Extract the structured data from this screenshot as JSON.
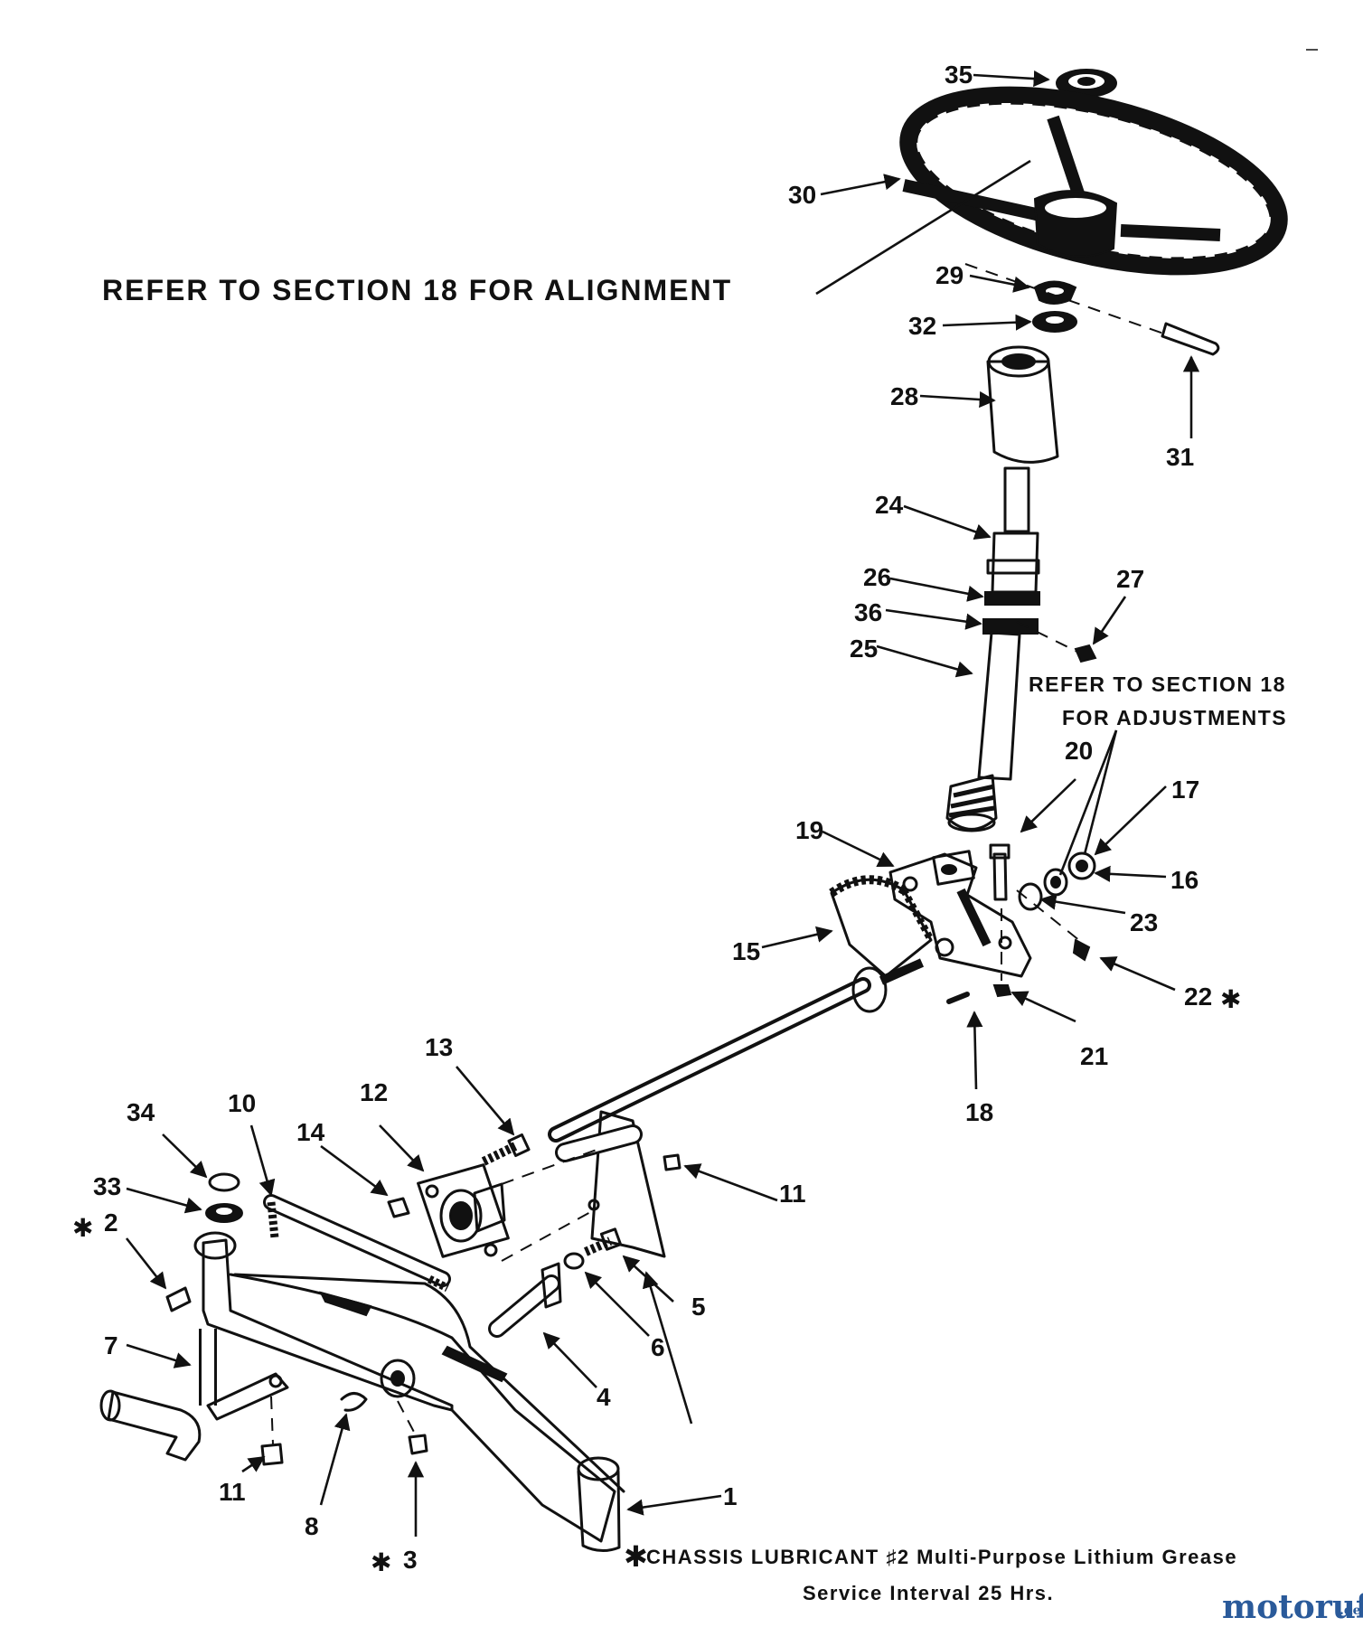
{
  "notes": {
    "alignment": "REFER TO SECTION 18 FOR ALIGNMENT",
    "adjustments_line1": "REFER TO SECTION 18",
    "adjustments_line2": "FOR ADJUSTMENTS",
    "lubricant": "CHASSIS LUBRICANT ♯2 Multi-Purpose Lithium Grease",
    "service": "Service Interval 25 Hrs.",
    "asterisk": "✱"
  },
  "watermark": {
    "main": "motoruf",
    "suffix": ".de",
    "color": "#2a5a9a"
  },
  "callouts": {
    "p1": "1",
    "p2": "2",
    "p3": "3",
    "p4": "4",
    "p5": "5",
    "p6": "6",
    "p7": "7",
    "p8": "8",
    "p10": "10",
    "p11a": "11",
    "p11b": "11",
    "p12": "12",
    "p13": "13",
    "p14": "14",
    "p15": "15",
    "p16": "16",
    "p17": "17",
    "p18": "18",
    "p19": "19",
    "p20": "20",
    "p21": "21",
    "p22": "22",
    "p23": "23",
    "p24": "24",
    "p25": "25",
    "p26": "26",
    "p27": "27",
    "p28": "28",
    "p29": "29",
    "p30": "30",
    "p31": "31",
    "p32": "32",
    "p33": "33",
    "p34": "34",
    "p35": "35",
    "p36": "36"
  }
}
